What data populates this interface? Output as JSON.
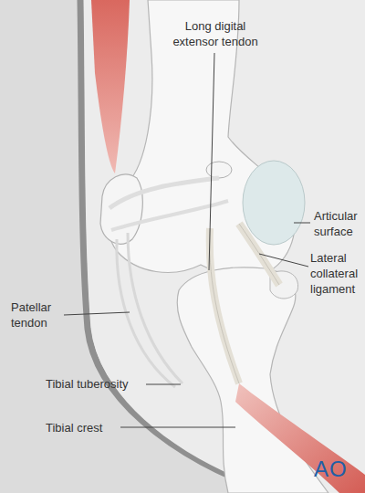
{
  "diagram": {
    "labels": [
      "Long digital extensor tendon",
      "Articular surface",
      "Lateral collateral ligament",
      "Patellar tendon",
      "Tibial tuberosity",
      "Tibial crest",
      "AO"
    ]
  }
}
